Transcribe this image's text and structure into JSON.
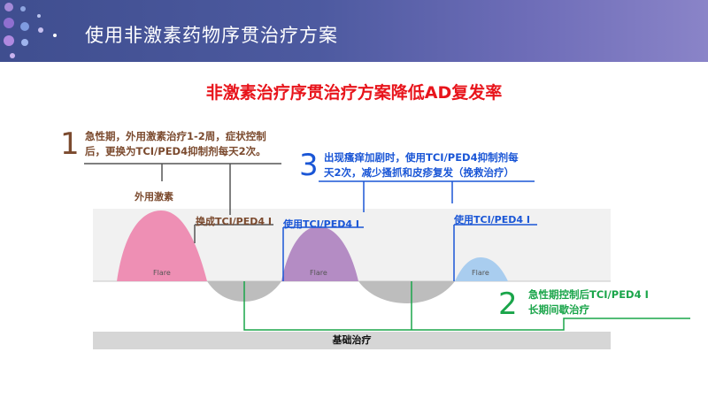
{
  "header": {
    "title": "使用非激素药物序贯治疗方案"
  },
  "subtitle": "非激素治疗序贯治疗方案降低AD复发率",
  "steps": [
    {
      "number": "1",
      "text_line1": "急性期，外用激素治疗1-2周，症状控制",
      "text_line2": "后，更换为TCI/PED4抑制剂每天2次。",
      "color": "#7b4a2e"
    },
    {
      "number": "3",
      "text_line1": "出现瘙痒加剧时，使用TCI/PED4抑制剂每",
      "text_line2": "天2次，减少搔抓和皮疹复发（挽救治疗）",
      "color": "#1a56d6"
    },
    {
      "number": "2",
      "text_line1": "急性期控制后TCI/PED4 I",
      "text_line2": "长期间歇治疗",
      "color": "#1aa54a"
    }
  ],
  "labels": {
    "topical_steroid": "外用激素",
    "switch_tci": "换成TCI/PED4 I",
    "use_tci_1": "使用TCI/PED4 I",
    "use_tci_2": "使用TCI/PED4 I",
    "flare": "Flare",
    "base_therapy": "基础治疗"
  },
  "colors": {
    "flare_pink": "#ee8fb4",
    "flare_purple": "#b48cc4",
    "flare_blue": "#a9cdef",
    "trough_gray": "#bdbdbd",
    "title_red": "#e8141b"
  }
}
